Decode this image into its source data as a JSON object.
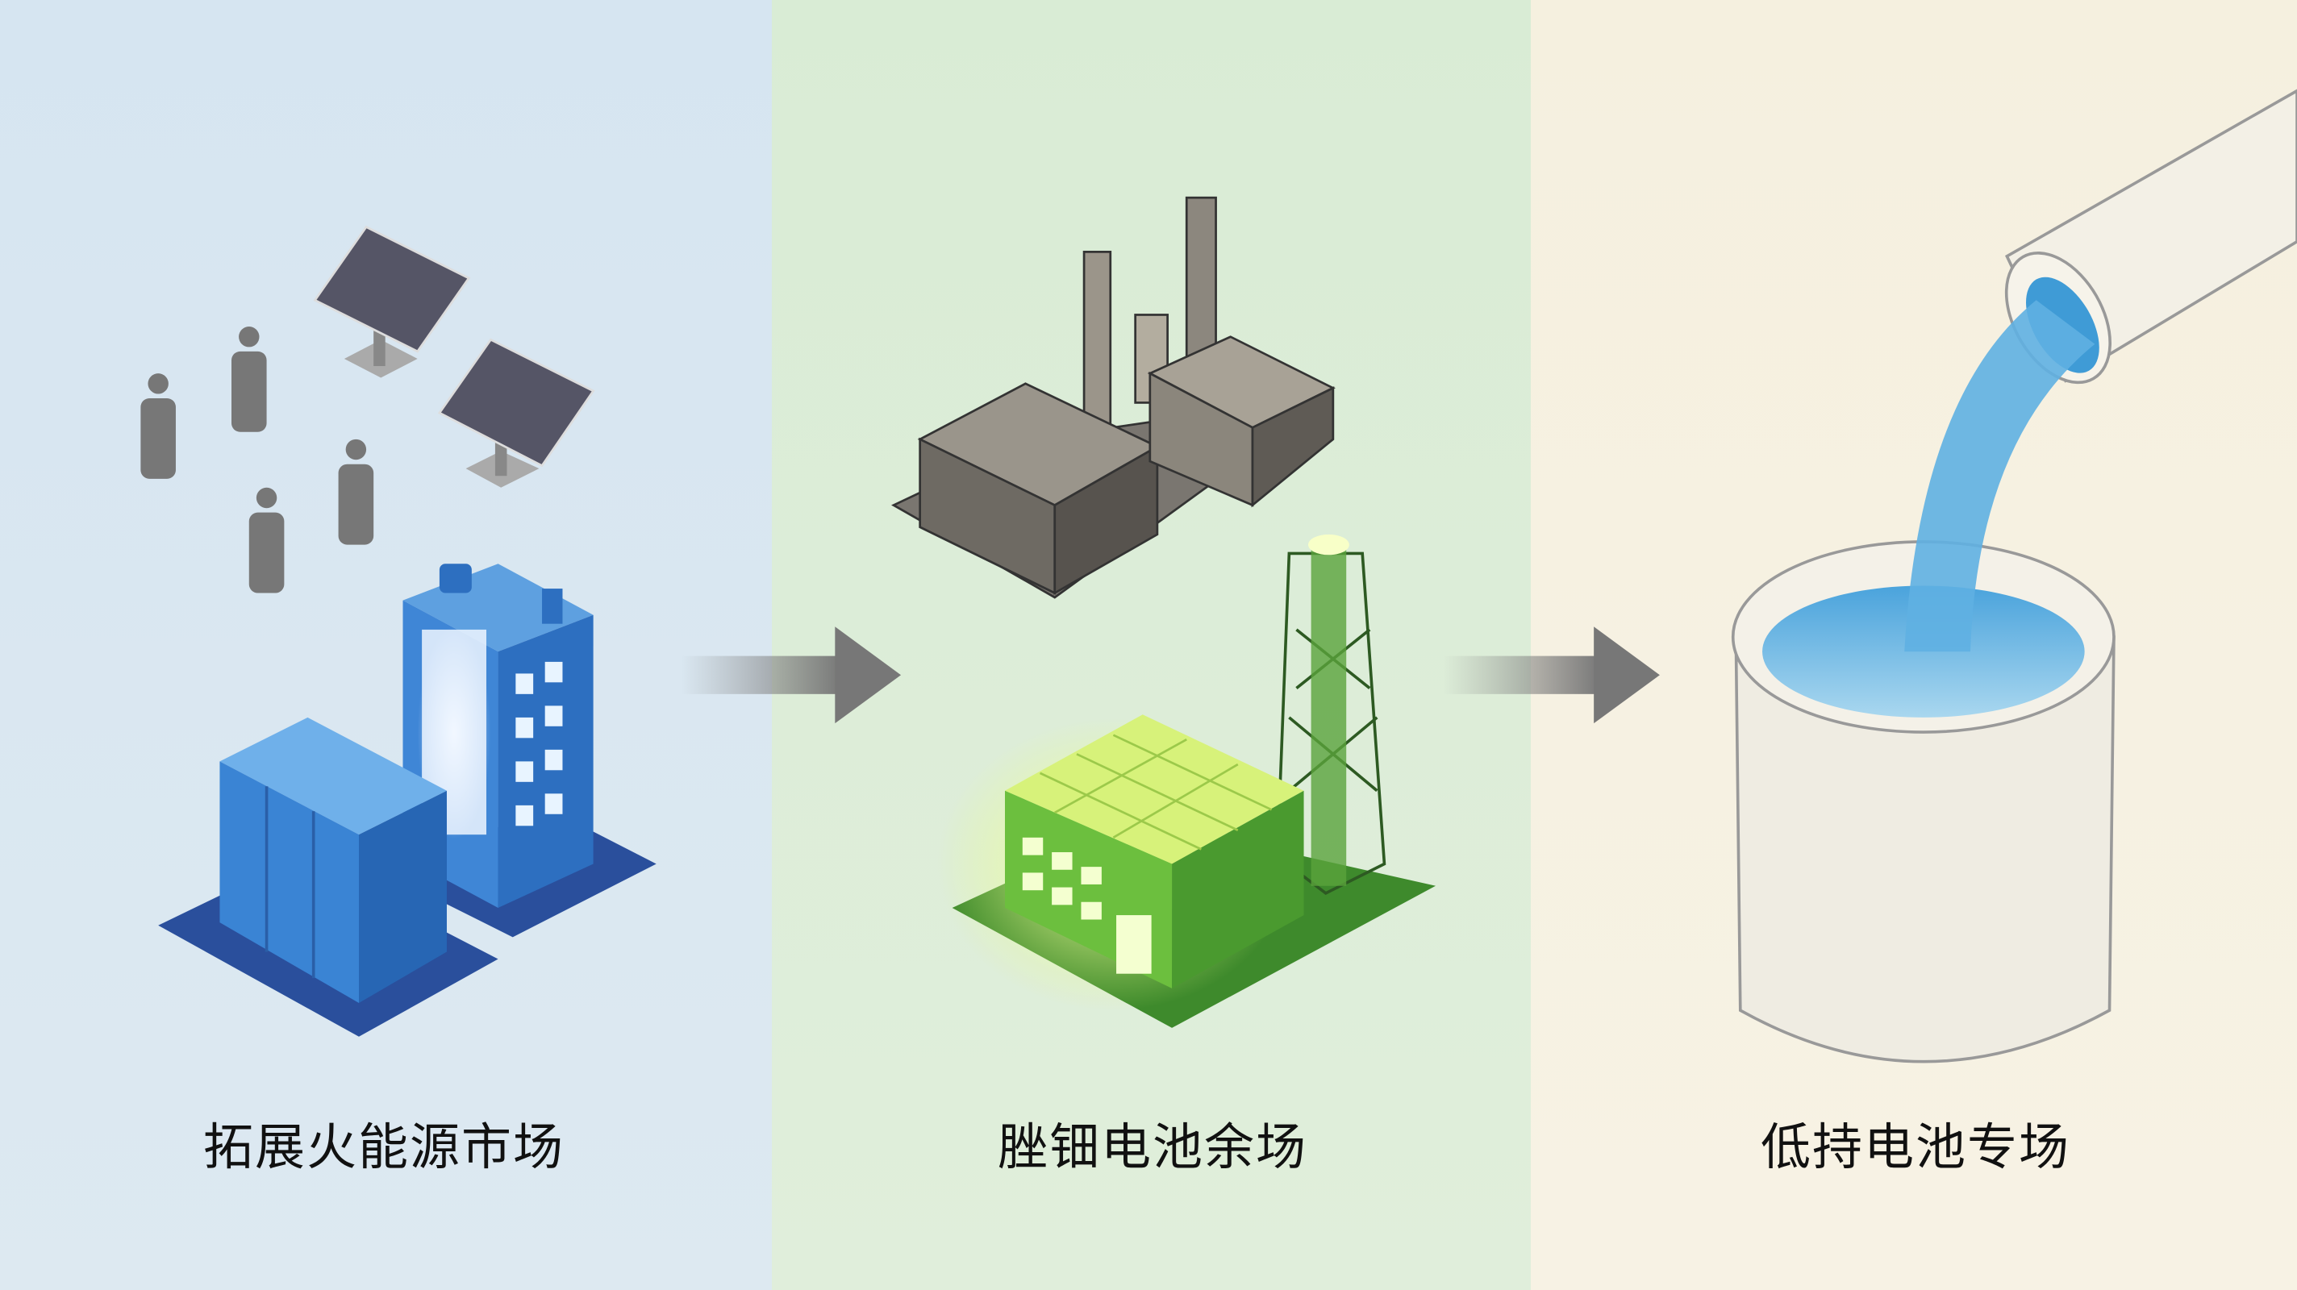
{
  "panels": [
    {
      "label": "拓展火能源市场",
      "color": "#dbe8f2"
    },
    {
      "label": "脞钿电池余场",
      "color": "#dcecd6"
    },
    {
      "label": "低持电池专场",
      "color": "#f6f1e1"
    }
  ],
  "colors": {
    "blue": "#2f6fc4",
    "green": "#5aa33c",
    "grey": "#6b6862",
    "water": "#6bb5e0"
  }
}
